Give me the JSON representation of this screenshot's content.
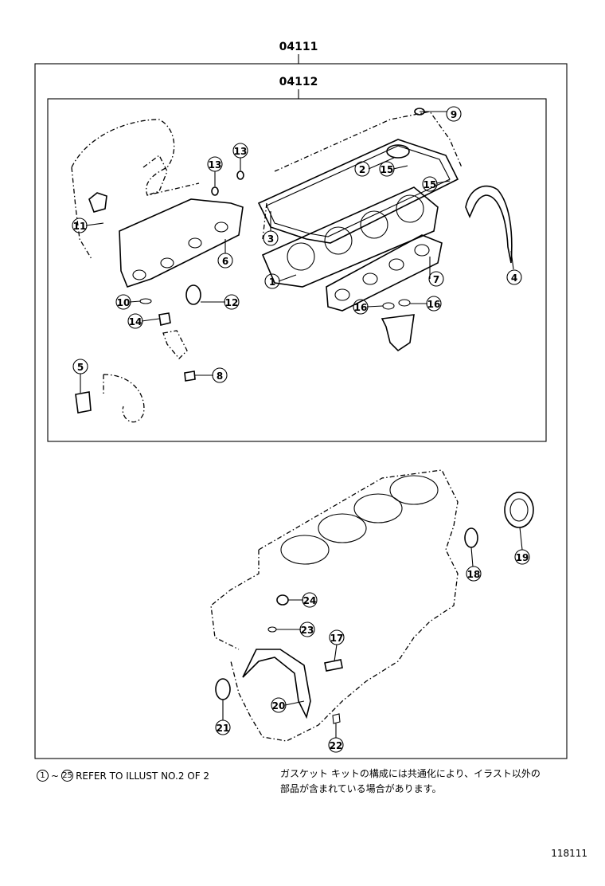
{
  "diagram": {
    "kit_outer_label": "04111",
    "kit_inner_label": "04112",
    "parts": [
      "1",
      "2",
      "3",
      "4",
      "5",
      "6",
      "7",
      "8",
      "9",
      "10",
      "11",
      "12",
      "13",
      "13",
      "14",
      "15",
      "15",
      "16",
      "16",
      "17",
      "18",
      "19",
      "20",
      "21",
      "22",
      "23",
      "24"
    ],
    "reference_note": {
      "from": "1",
      "to": "25",
      "text": "REFER TO ILLUST NO.2 OF 2"
    },
    "japanese_note_line1": "ガスケット キットの構成には共通化により、イラスト以外の",
    "japanese_note_line2": "部品が含まれている場合があります。",
    "illustration_code": "118111"
  }
}
